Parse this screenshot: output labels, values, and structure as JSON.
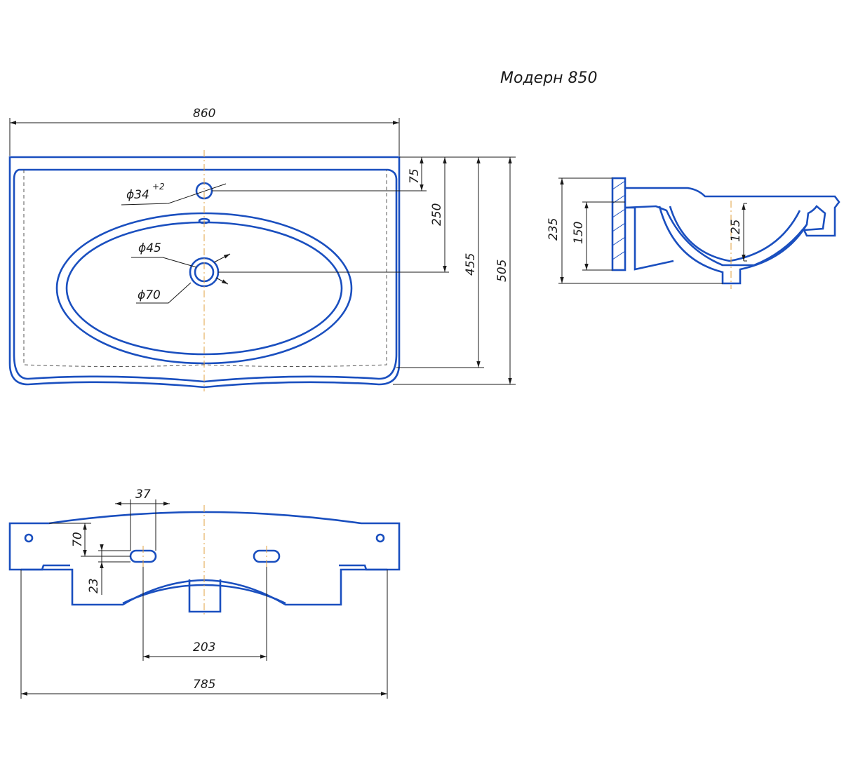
{
  "title": "Модерн 850",
  "top_view": {
    "width": "860",
    "tap_hole_offset": "75",
    "drain_offset": "250",
    "bowl_depth": "455",
    "total_depth": "505",
    "tap_hole_dia": "ϕ34",
    "tap_hole_tol": "+2",
    "drain_dia_inner": "ϕ45",
    "drain_dia_outer": "ϕ70"
  },
  "side_view": {
    "height_total": "235",
    "height_mount": "150",
    "bowl_height": "125"
  },
  "rear_view": {
    "slot_width": "37",
    "slot_offset": "70",
    "slot_height": "23",
    "slot_spacing": "203",
    "mount_width": "785"
  }
}
